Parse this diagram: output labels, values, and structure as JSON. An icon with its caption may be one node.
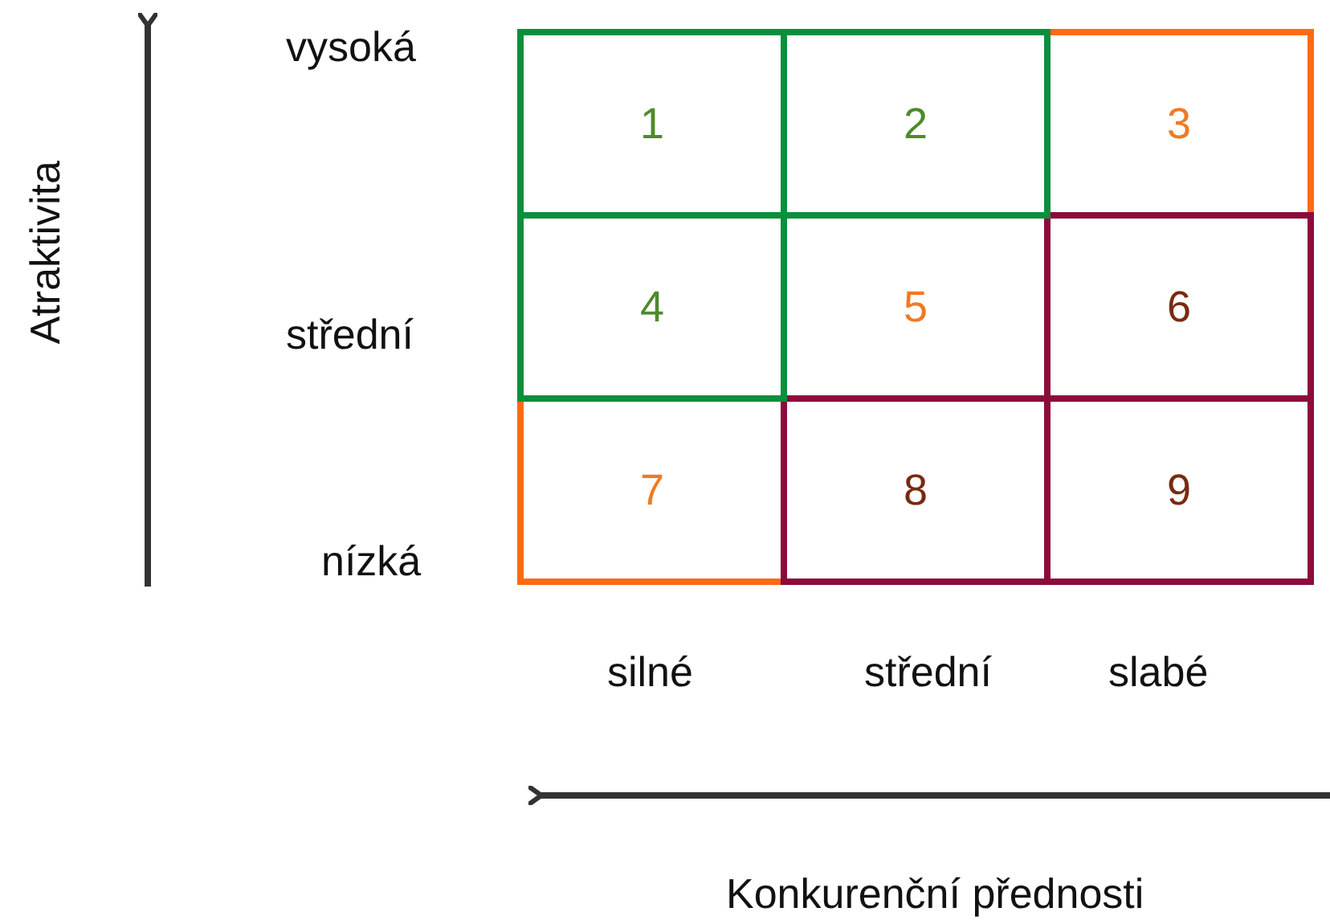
{
  "diagram": {
    "nodes": [
      {
        "text": [
          "1"
        ]
      },
      {
        "text": [
          "2"
        ]
      },
      {
        "text": [
          "3"
        ]
      },
      {
        "text": [
          "4"
        ]
      },
      {
        "text": [
          "5"
        ]
      },
      {
        "text": [
          "6"
        ]
      },
      {
        "text": [
          "7"
        ]
      },
      {
        "text": [
          "8"
        ]
      },
      {
        "text": [
          "9"
        ]
      }
    ],
    "edges": [],
    "labels": [
      "vysoká",
      "Atraktivita",
      "střední",
      "nízká",
      "silné",
      "střední",
      "slabé",
      "Konkurenční přednosti"
    ]
  }
}
